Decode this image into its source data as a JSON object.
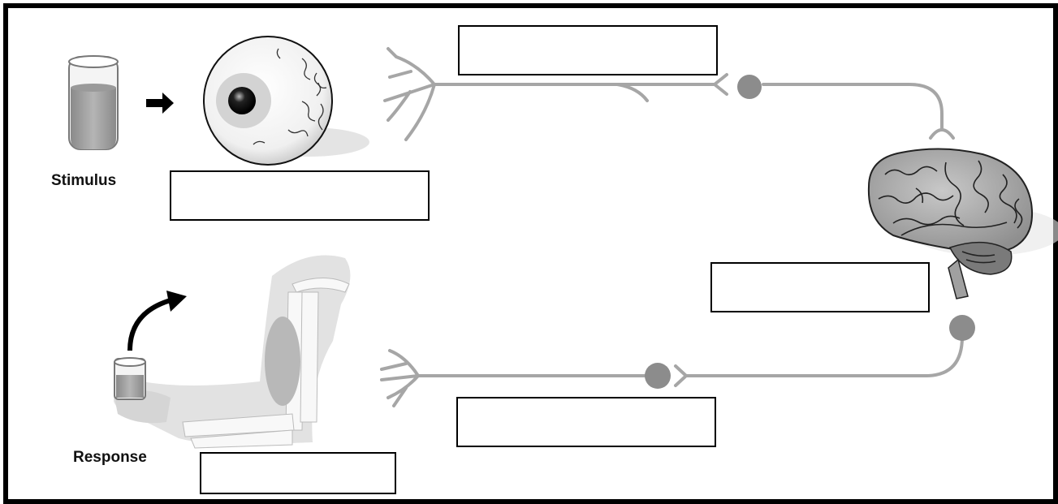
{
  "diagram": {
    "labels": {
      "stimulus": "Stimulus",
      "response": "Response"
    },
    "answer_boxes": [
      {
        "id": "box-sensory-neuron",
        "value": ""
      },
      {
        "id": "box-receptor",
        "value": ""
      },
      {
        "id": "box-cns",
        "value": ""
      },
      {
        "id": "box-motor-neuron",
        "value": ""
      },
      {
        "id": "box-effector",
        "value": ""
      }
    ],
    "colors": {
      "neuron": "#a6a6a6",
      "neuron_body": "#8c8c8c",
      "frame": "#000000"
    },
    "icons": [
      "beaker-icon",
      "arrow-right-icon",
      "eye-icon",
      "brain-icon",
      "arm-icon",
      "curved-arrow-icon"
    ]
  }
}
